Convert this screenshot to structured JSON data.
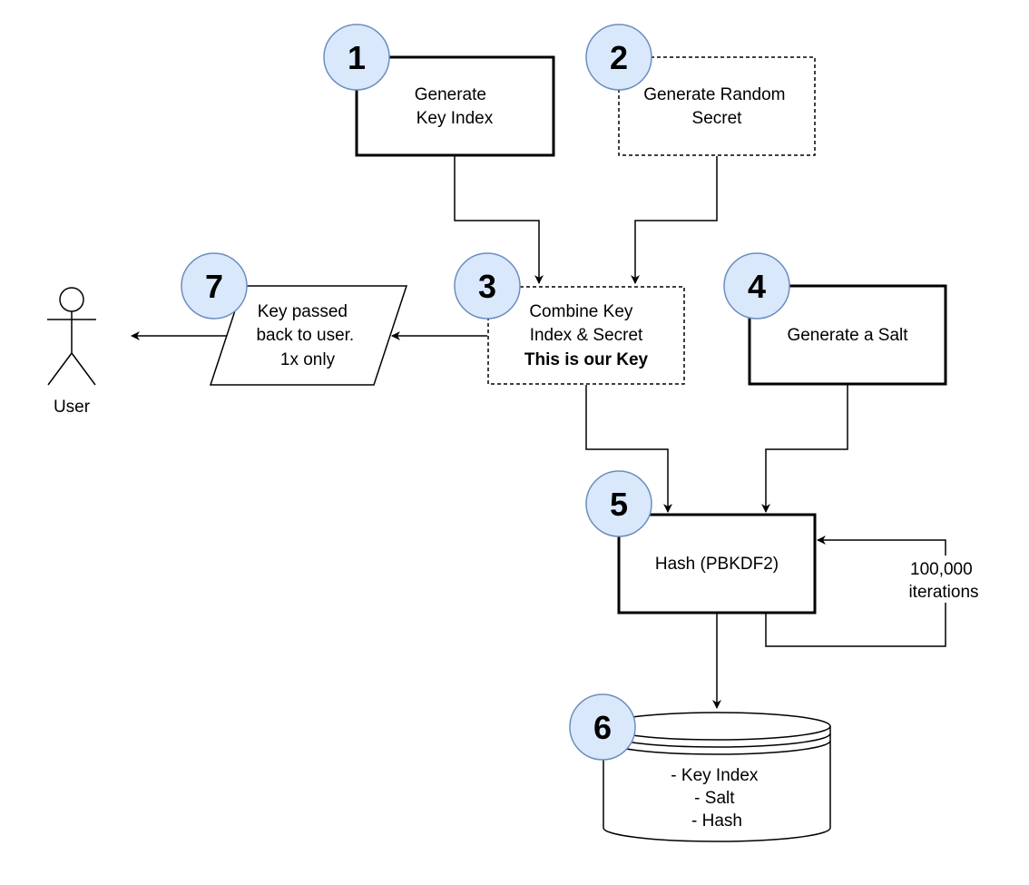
{
  "nodes": {
    "generate_key_index": {
      "step": "1",
      "lines": [
        "Generate",
        "Key Index"
      ]
    },
    "generate_random_secret": {
      "step": "2",
      "lines": [
        "Generate Random",
        "Secret"
      ]
    },
    "combine_key": {
      "step": "3",
      "lines": [
        "Combine Key",
        "Index & Secret"
      ],
      "emphasis": "This is our Key"
    },
    "generate_salt": {
      "step": "4",
      "lines": [
        "Generate a Salt"
      ]
    },
    "hash": {
      "step": "5",
      "lines": [
        "Hash (PBKDF2)"
      ]
    },
    "database": {
      "step": "6",
      "lines": [
        "- Key Index",
        "- Salt",
        "- Hash"
      ]
    },
    "key_passed": {
      "step": "7",
      "lines": [
        "Key passed",
        "back to user.",
        "1x only"
      ]
    }
  },
  "user": {
    "label": "User"
  },
  "loop_label": {
    "lines": [
      "100,000",
      "iterations"
    ]
  },
  "colors": {
    "badge_fill": "#dae8fc",
    "badge_stroke": "#6c8ebf",
    "stroke": "#000000",
    "background": "#ffffff"
  }
}
